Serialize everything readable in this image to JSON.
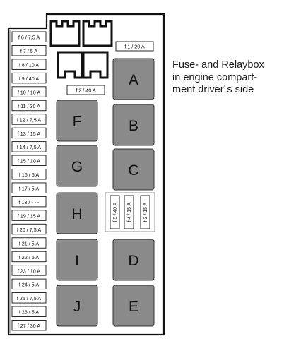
{
  "caption": {
    "lines": [
      "Fuse- and Relaybox",
      "in engine compart-",
      "ment driver´s side"
    ]
  },
  "left_fuses": [
    "f 6 / 7,5 A",
    "f 7 / 5 A",
    "f 8 / 10 A",
    "f 9 / 40 A",
    "f 10 / 10 A",
    "f 11 / 30 A",
    "f 12 / 7,5 A",
    "f 13 / 15 A",
    "f 14 / 7,5 A",
    "f 15 / 10 A",
    "f 16 / 5 A",
    "f 17 / 5 A",
    "f 18 / - - -",
    "f 19 / 15 A",
    "f 20 / 7,5 A",
    "f 21 / 5 A",
    "f 22 / 5 A",
    "f 23 / 10 A",
    "f 24 / 5 A",
    "f 25 / 7,5 A",
    "f 26 / 5 A",
    "f 27 / 30 A"
  ],
  "horizontal_fuses": {
    "f1": "f 1 / 20 A",
    "f2": "f 2 / 40 A"
  },
  "vertical_fuses": [
    "f 5 / 40 A",
    "f 4 / 15 A",
    "f 3 / 15 A"
  ],
  "relays": [
    "A",
    "B",
    "C",
    "D",
    "E",
    "F",
    "G",
    "H",
    "I",
    "J"
  ],
  "colors": {
    "relay_fill": "#8a8a8a",
    "outline": "#111111",
    "fuse_fill": "#ffffff"
  }
}
